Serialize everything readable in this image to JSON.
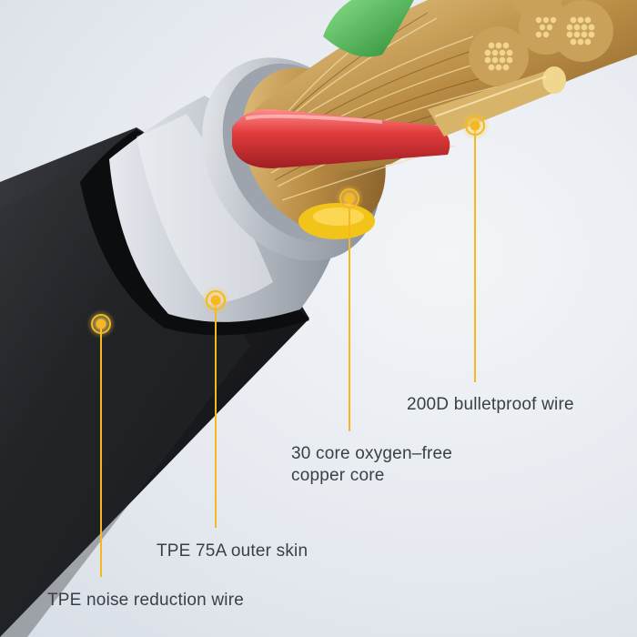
{
  "callouts": {
    "bulletproof_wire": "200D bulletproof wire",
    "copper_core_line1": "30 core oxygen–free",
    "copper_core_line2": "copper core",
    "outer_skin": "TPE 75A outer skin",
    "noise_reduction_wire": "TPE noise reduction wire"
  },
  "colors": {
    "background": "#e6eaf0",
    "callout_accent": "#f5b81f",
    "cable_jacket": "#1c1d20",
    "metal_sleeve": "#c9ced5",
    "red_wire": "#d83a3a",
    "green_wire": "#3fb34a",
    "yellow_wire": "#f2c318",
    "copper_strands": "#c9a15a"
  }
}
